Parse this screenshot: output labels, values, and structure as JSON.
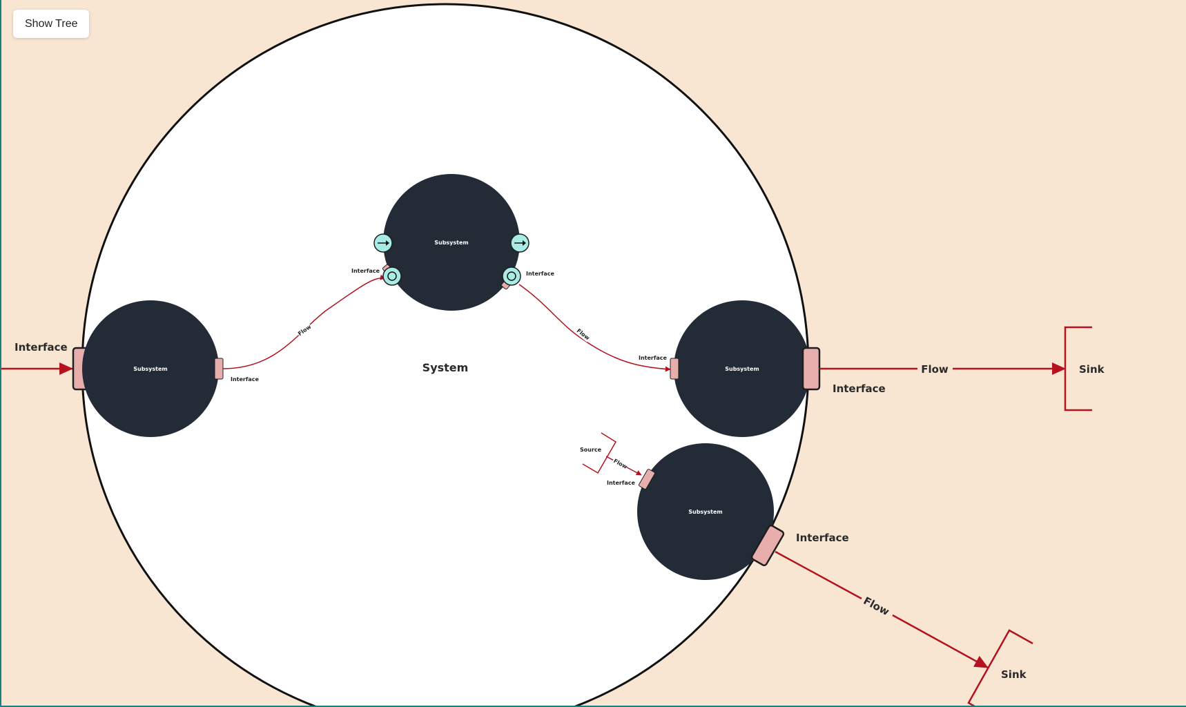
{
  "toolbar": {
    "show_tree_label": "Show Tree"
  },
  "colors": {
    "background": "#f8e6d3",
    "system_fill": "#ffffff",
    "subsystem_fill": "#232b37",
    "interface_fill": "#e8aeae",
    "flow_color": "#b3121e",
    "port_fill": "#a9ece6"
  },
  "system": {
    "label": "System"
  },
  "subsystems": [
    {
      "label": "Subsystem"
    },
    {
      "label": "Subsystem"
    },
    {
      "label": "Subsystem"
    },
    {
      "label": "Subsystem"
    }
  ],
  "labels": {
    "interface": "Interface",
    "flow": "Flow",
    "sink": "Sink",
    "source": "Source"
  },
  "icons": [
    "arrow-port-icon",
    "circle-port-icon"
  ]
}
